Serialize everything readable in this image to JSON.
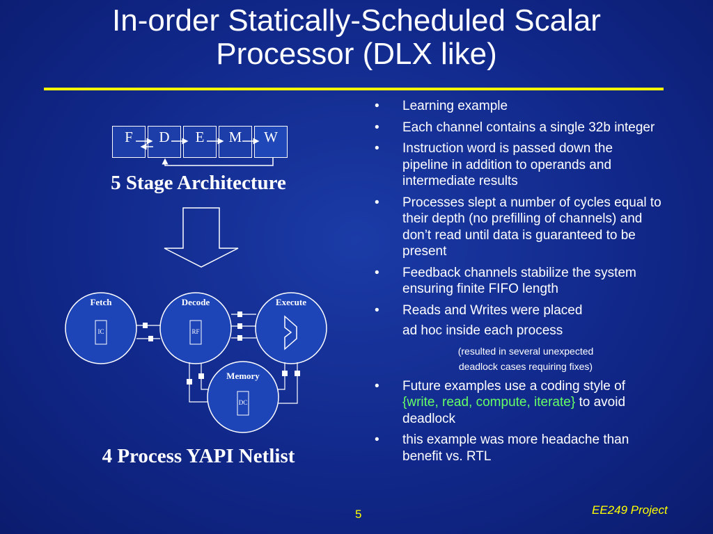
{
  "title": {
    "line1": "In-order Statically-Scheduled Scalar",
    "line2": "Processor (DLX like)"
  },
  "pipeline": {
    "stages": [
      "F",
      "D",
      "E",
      "M",
      "W"
    ],
    "caption": "5 Stage Architecture"
  },
  "netlist": {
    "processes": {
      "fetch": "Fetch",
      "decode": "Decode",
      "execute": "Execute",
      "memory": "Memory"
    },
    "blocks": {
      "ic": "IC",
      "rf": "RF",
      "dc": "DC"
    },
    "caption": "4 Process YAPI Netlist"
  },
  "bullets": {
    "b1": "Learning example",
    "b2": "Each channel contains a single 32b integer",
    "b3": "Instruction word is passed down the pipeline in addition to operands and intermediate results",
    "b4": "Processes slept a number of cycles equal to their depth (no prefilling of channels) and don’t read until data is guaranteed to be present",
    "b5": "Feedback channels stabilize the system ensuring finite FIFO  length",
    "b6": "Reads and Writes were placed",
    "b6_cont": "ad hoc inside each process",
    "b6_note1": "(resulted in several unexpected",
    "b6_note2": "deadlock cases requiring fixes)",
    "b7_pre": "Future examples use a coding style of",
    "b7_green": "{write, read, compute, iterate}",
    "b7_post": "to avoid deadlock",
    "b8": "this example was more headache than benefit vs. RTL"
  },
  "footer": {
    "page_number": "5",
    "project": "EE249 Project"
  },
  "colors": {
    "background": "#11288a",
    "title_rule": "#ffff00",
    "footer_text": "#ffff00",
    "highlight_text": "#66ff66"
  }
}
